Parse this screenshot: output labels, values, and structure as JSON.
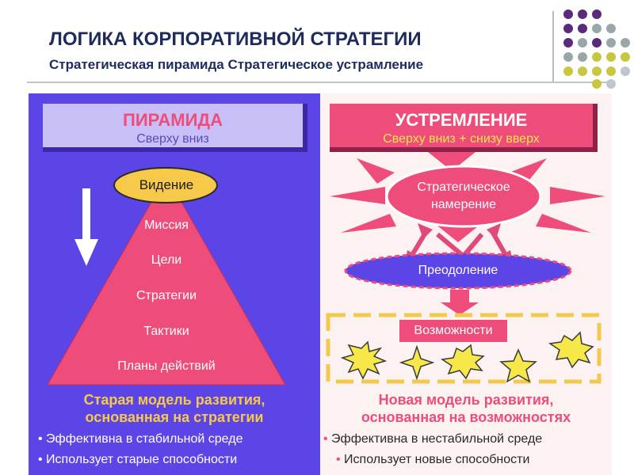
{
  "title": "ЛОГИКА КОРПОРАТИВНОЙ СТРАТЕГИИ",
  "subtitle": "Стратегическая пирамида Стратегическое устрамление",
  "colors": {
    "title": "#1f2b5e",
    "left_panel": "#5c45e6",
    "pyramid": "#ee4c7a",
    "vision_ellipse": "#f7c948",
    "right_panel": "#fbf2f1",
    "accent_pink": "#ee4c7a",
    "overcome_ellipse": "#5c45e6",
    "dashed_box": "#f2c94c",
    "stars": "#f7e84a",
    "dot_purple": "#5b2a78",
    "dot_gray": "#9aa7a8",
    "dot_yellow": "#c8c840"
  },
  "left": {
    "banner_title": "ПИРАМИДА",
    "banner_subtitle": "Сверху вниз",
    "vision": "Видение",
    "levels": [
      "Миссия",
      "Цели",
      "Стратегии",
      "Тактики",
      "Планы действий"
    ],
    "arrow_icon": "down-arrow-icon",
    "model_line1": "Старая модель развития,",
    "model_line2": "основанная на стратегии",
    "bullets": [
      "Эффективна в стабильной среде",
      "Использует старые способности"
    ]
  },
  "right": {
    "banner_title": "УСТРЕМЛЕНИЕ",
    "banner_subtitle": "Сверху вниз + снизу вверх",
    "intent_line1": "Стратегическое",
    "intent_line2": "намерение",
    "overcome": "Преодоление",
    "opportunities": "Возможности",
    "model_line1": "Новая модель развития,",
    "model_line2": "основанная на возможностях",
    "bullets": [
      "Эффективна в нестабильной среде",
      "Использует новые способности"
    ]
  }
}
